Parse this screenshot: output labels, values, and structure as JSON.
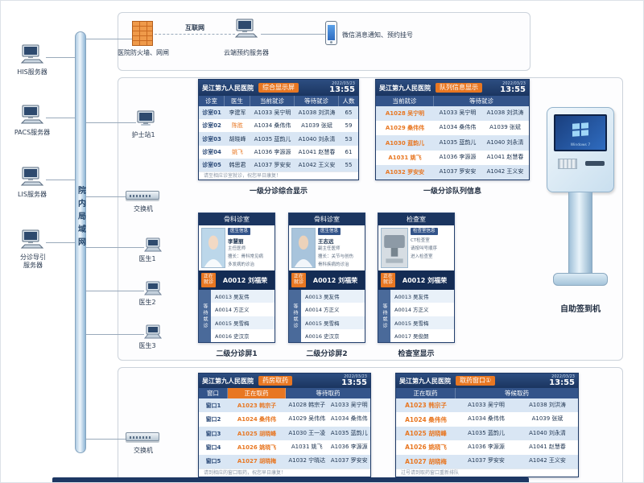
{
  "colors": {
    "header_navy": "#1b3560",
    "accent_orange": "#e87722",
    "row_light_blue": "#d9e6f4",
    "kiosk_screen_blue": "#2f6cc0"
  },
  "network": {
    "bus_label": "院内局域网",
    "servers": [
      "HIS服务器",
      "PACS服务器",
      "LIS服务器",
      "分诊导引服务器"
    ]
  },
  "zone_top": {
    "firewall_label": "医院防火墙、网闸",
    "internet_label": "互联网",
    "cloud_label": "云端预约服务器",
    "wechat_label": "微信消息通知、预约挂号"
  },
  "middle": {
    "nurse_station": "护士站1",
    "switch_label": "交换机",
    "doctors": [
      "医生1",
      "医生2",
      "医生3"
    ],
    "kiosk_caption": "自助签到机",
    "kiosk_screen_text": "Windows 7"
  },
  "bottom": {
    "switch_label": "交换机"
  },
  "display_comprehensive": {
    "hospital": "吴江第九人民医院",
    "badge": "综合显示屏",
    "date": "2022/03/23",
    "time": "13:55",
    "columns": [
      "诊室",
      "医生",
      "当前就诊",
      "等待就诊",
      "人数"
    ],
    "rows": [
      {
        "room": "诊室01",
        "doctor": "李建军",
        "current": "A1033 吴宁明",
        "waiting": "A1038 刘洪涛",
        "count": "65"
      },
      {
        "room": "诊室02",
        "doctor": "陈胜",
        "current": "A1034 桑伟伟",
        "waiting": "A1039 张斌",
        "count": "59"
      },
      {
        "room": "诊室03",
        "doctor": "胡晓峰",
        "current": "A1035 蓝韵儿",
        "waiting": "A1040 刘永清",
        "count": "53"
      },
      {
        "room": "诊室04",
        "doctor": "姚飞",
        "current": "A1036 李源源",
        "waiting": "A1041 赵慧春",
        "count": "61"
      },
      {
        "room": "诊室05",
        "doctor": "韩思君",
        "current": "A1037 罗安安",
        "waiting": "A1042 王义安",
        "count": "55"
      }
    ],
    "footer": "请至相应诊室就诊，祝您早日康复！",
    "caption": "一级分诊综合显示"
  },
  "display_queue": {
    "hospital": "吴江第九人民医院",
    "badge": "队列信息显示",
    "date": "2022/03/23",
    "time": "13:55",
    "columns": [
      "当前就诊",
      "等待就诊"
    ],
    "rows": [
      {
        "current": "A1028 吴宁明",
        "w1": "A1033 吴宁明",
        "w2": "A1038 刘洪涛"
      },
      {
        "current": "A1029 桑伟伟",
        "w1": "A1034 桑伟伟",
        "w2": "A1039 张斌"
      },
      {
        "current": "A1030 蓝韵儿",
        "w1": "A1035 蓝韵儿",
        "w2": "A1040 刘永清"
      },
      {
        "current": "A1031 姚飞",
        "w1": "A1036 李源源",
        "w2": "A1041 赵慧春"
      },
      {
        "current": "A1032 罗安安",
        "w1": "A1037 罗安安",
        "w2": "A1042 王义安"
      }
    ],
    "caption": "一级分诊队列信息"
  },
  "screen1": {
    "header": "骨科诊室",
    "doctor_name": "李慧丽",
    "doctor_title": "主任医师",
    "info_heading": "医生信息",
    "info_lines": [
      "科室：骨科",
      "擅长：骨科常见病",
      "多发病的诊治"
    ],
    "current_label": "正在就诊",
    "current": "A0012 刘福荣",
    "waiting_label": "等待就诊",
    "waiting": [
      "A0013 吴友伟",
      "A0014 方正义",
      "A0015 吴雪梅",
      "A0016 史汉京"
    ],
    "caption": "二级分诊屏1"
  },
  "screen2": {
    "header": "骨科诊室",
    "doctor_name": "王志远",
    "doctor_title": "副主任医师",
    "info_heading": "医生信息",
    "info_lines": [
      "科室：骨科",
      "擅长：关节与创伤",
      "骨科疾病的诊治"
    ],
    "current_label": "正在就诊",
    "current": "A0012 刘福荣",
    "waiting_label": "等待就诊",
    "waiting": [
      "A0013 吴友伟",
      "A0014 方正义",
      "A0015 吴雪梅",
      "A0016 史汉京"
    ],
    "caption": "二级分诊屏2"
  },
  "screen3": {
    "header": "检查室",
    "info_heading": "检查室信息",
    "info_lines": [
      "CT检查室",
      "请按叫号顺序",
      "进入检查室"
    ],
    "current_label": "正在就诊",
    "current": "A0012 刘福荣",
    "waiting_label": "等待就诊",
    "waiting": [
      "A0013 吴友伟",
      "A0014 方正义",
      "A0015 吴雪梅",
      "A0017 吴俊朗"
    ],
    "caption": "检查室显示"
  },
  "display_pharmacy": {
    "hospital": "吴江第九人民医院",
    "badge": "药房取药",
    "date": "2022/03/23",
    "time": "13:55",
    "columns": [
      "窗口",
      "正在取药",
      "等待取药"
    ],
    "rows": [
      {
        "window": "窗口1",
        "current": "A1023 韩宗子",
        "w1": "A1028 韩宗子",
        "w2": "A1033 吴宁明"
      },
      {
        "window": "窗口2",
        "current": "A1024 桑伟伟",
        "w1": "A1029 吴伟伟",
        "w2": "A1034 桑伟伟"
      },
      {
        "window": "窗口3",
        "current": "A1025 胡晓峰",
        "w1": "A1030 王一凌",
        "w2": "A1035 蓝韵儿"
      },
      {
        "window": "窗口4",
        "current": "A1026 姚晓飞",
        "w1": "A1031 姚飞",
        "w2": "A1036 李源源"
      },
      {
        "window": "窗口5",
        "current": "A1027 胡晓梅",
        "w1": "A1032 宁晓达",
        "w2": "A1037 罗安安"
      }
    ],
    "footer": "请到相应的窗口取药，祝您早日康复！"
  },
  "display_window1": {
    "hospital": "吴江第九人民医院",
    "badge": "取药窗口①",
    "date": "2022/03/23",
    "time": "13:55",
    "columns": [
      "正在取药",
      "等候取药"
    ],
    "rows": [
      {
        "current": "A1023 韩宗子",
        "w1": "A1033 吴宁明",
        "w2": "A1038 刘洪涛"
      },
      {
        "current": "A1024 桑伟伟",
        "w1": "A1034 桑伟伟",
        "w2": "A1039 张斌"
      },
      {
        "current": "A1025 胡晓峰",
        "w1": "A1035 蓝韵儿",
        "w2": "A1040 刘永清"
      },
      {
        "current": "A1026 姚晓飞",
        "w1": "A1036 李源源",
        "w2": "A1041 赵慧春"
      },
      {
        "current": "A1027 胡晓梅",
        "w1": "A1037 罗安安",
        "w2": "A1042 王义安"
      }
    ],
    "footer": "过号请到取药窗口重新排队"
  }
}
